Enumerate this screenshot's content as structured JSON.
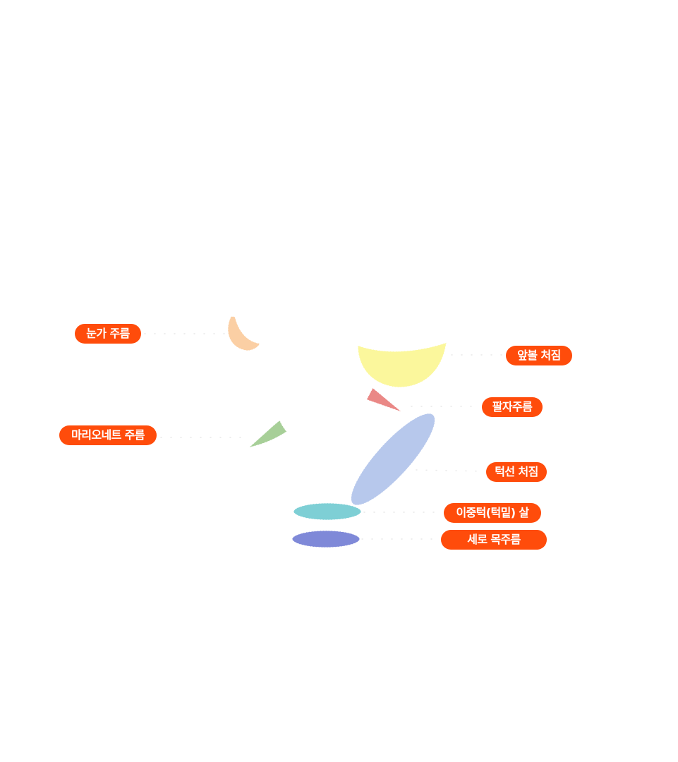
{
  "colors": {
    "label_bg": "#ff4c0b",
    "label_text": "#ffffff"
  },
  "regions": {
    "eye_wrinkles": {
      "label": "눈가 주름",
      "color": "#fbcfa4"
    },
    "cheek_sagging": {
      "label": "앞볼 처짐",
      "color": "#fbf79c"
    },
    "nasolabial": {
      "label": "팔자주름",
      "color": "#ea8886"
    },
    "marionette": {
      "label": "마리오네트 주름",
      "color": "#a7cf98"
    },
    "jawline": {
      "label": "턱선 처짐",
      "color": "#b7c8ec"
    },
    "double_chin": {
      "label": "이중턱(턱밑) 살",
      "color": "#7ecfd5"
    },
    "neck_wrinkles": {
      "label": "세로 목주름",
      "color": "#7f89d8"
    }
  }
}
